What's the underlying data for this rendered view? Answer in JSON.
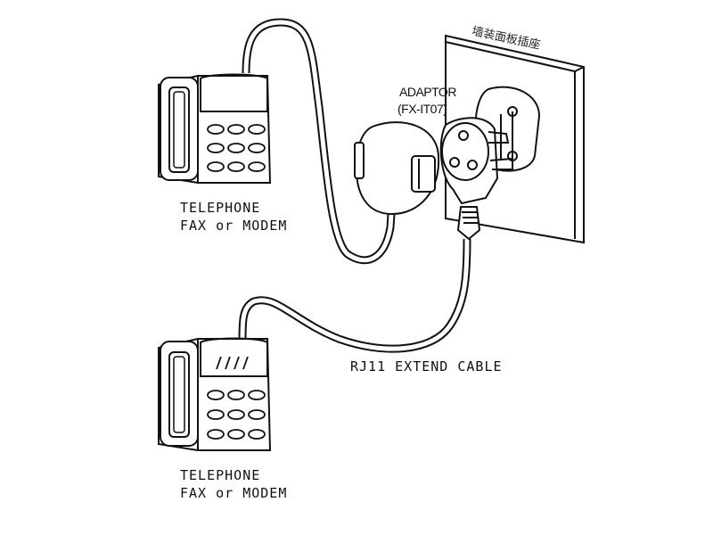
{
  "labels": {
    "phone_top_line1": "TELEPHONE",
    "phone_top_line2": "FAX or MODEM",
    "phone_bottom_line1": "TELEPHONE",
    "phone_bottom_line2": "FAX or MODEM",
    "adaptor_name": "ADAPTOR",
    "adaptor_model": "(FX-IT07)",
    "wall_plate": "墙装面板插座",
    "cable": "RJ11 EXTEND CABLE"
  },
  "colors": {
    "line": "#111111",
    "background": "#ffffff"
  }
}
